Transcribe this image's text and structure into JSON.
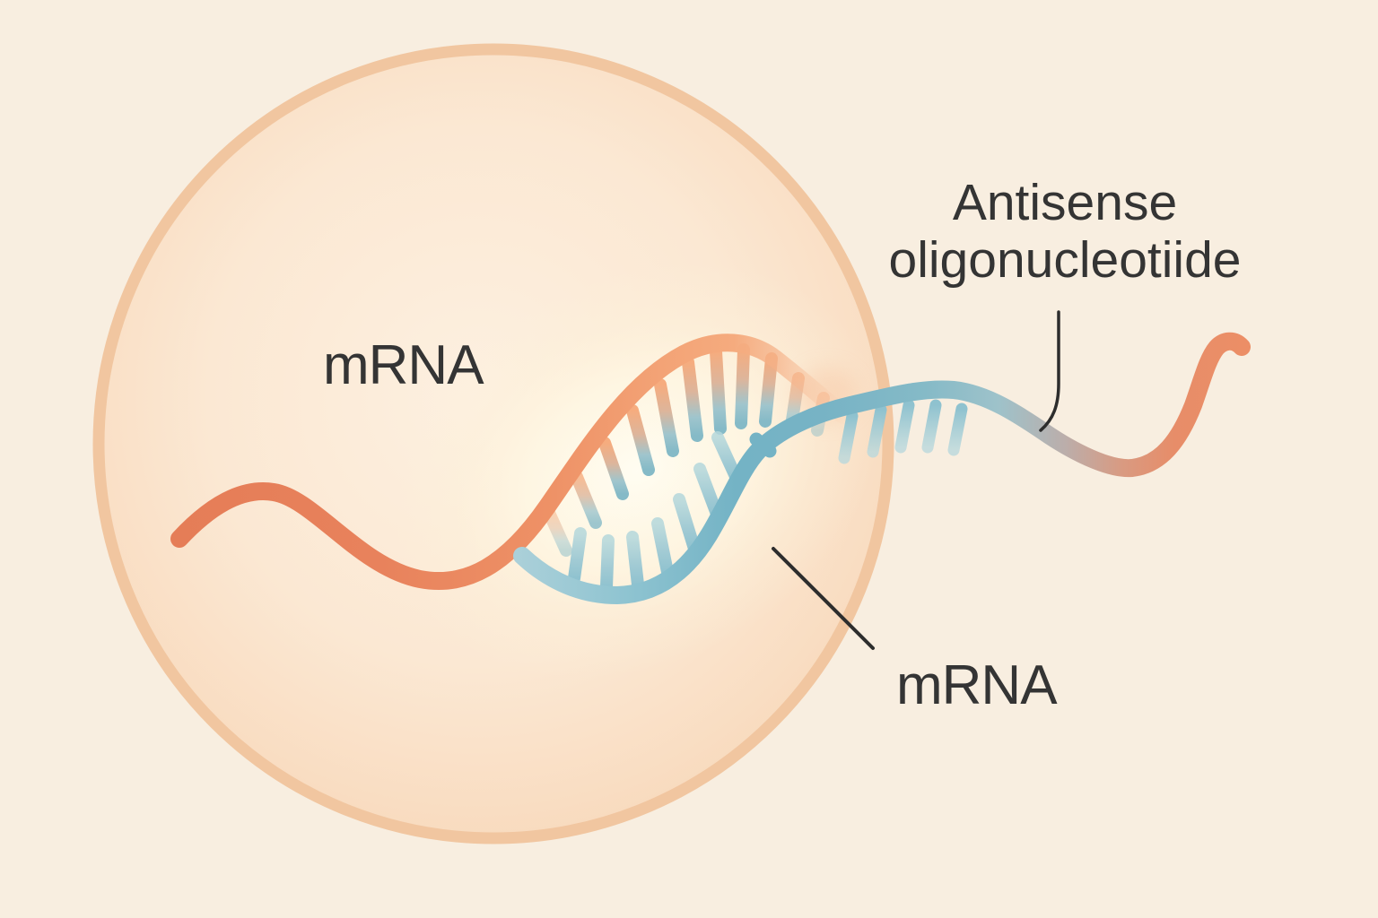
{
  "page": {
    "kind": "scientific-illustration",
    "background_color": "#f8eee0"
  },
  "diagram": {
    "labels": {
      "mrna_left": "mRNA",
      "antisense_line1": "Antisense",
      "antisense_line2": "oligonucleotiide",
      "mrna_bottom": "mRNA"
    },
    "colors": {
      "background": "#f8eee0",
      "cell_fill_center": "#fdeedd",
      "cell_fill_edge": "#f7d8ba",
      "cell_rim": "#f1c6a0",
      "duplex_glow": "#fffceb",
      "mrna_strand_orange": "#e8825c",
      "mrna_strand_arc": "#f3a376",
      "antisense_strand_teal": "#74b3c5",
      "antisense_tail_salmon": "#ec8e66",
      "tooth_orange": "#f6ac7e",
      "tooth_teal": "#8fc2cf",
      "label_text": "#343434",
      "leader_line": "#2d2d2d"
    }
  }
}
